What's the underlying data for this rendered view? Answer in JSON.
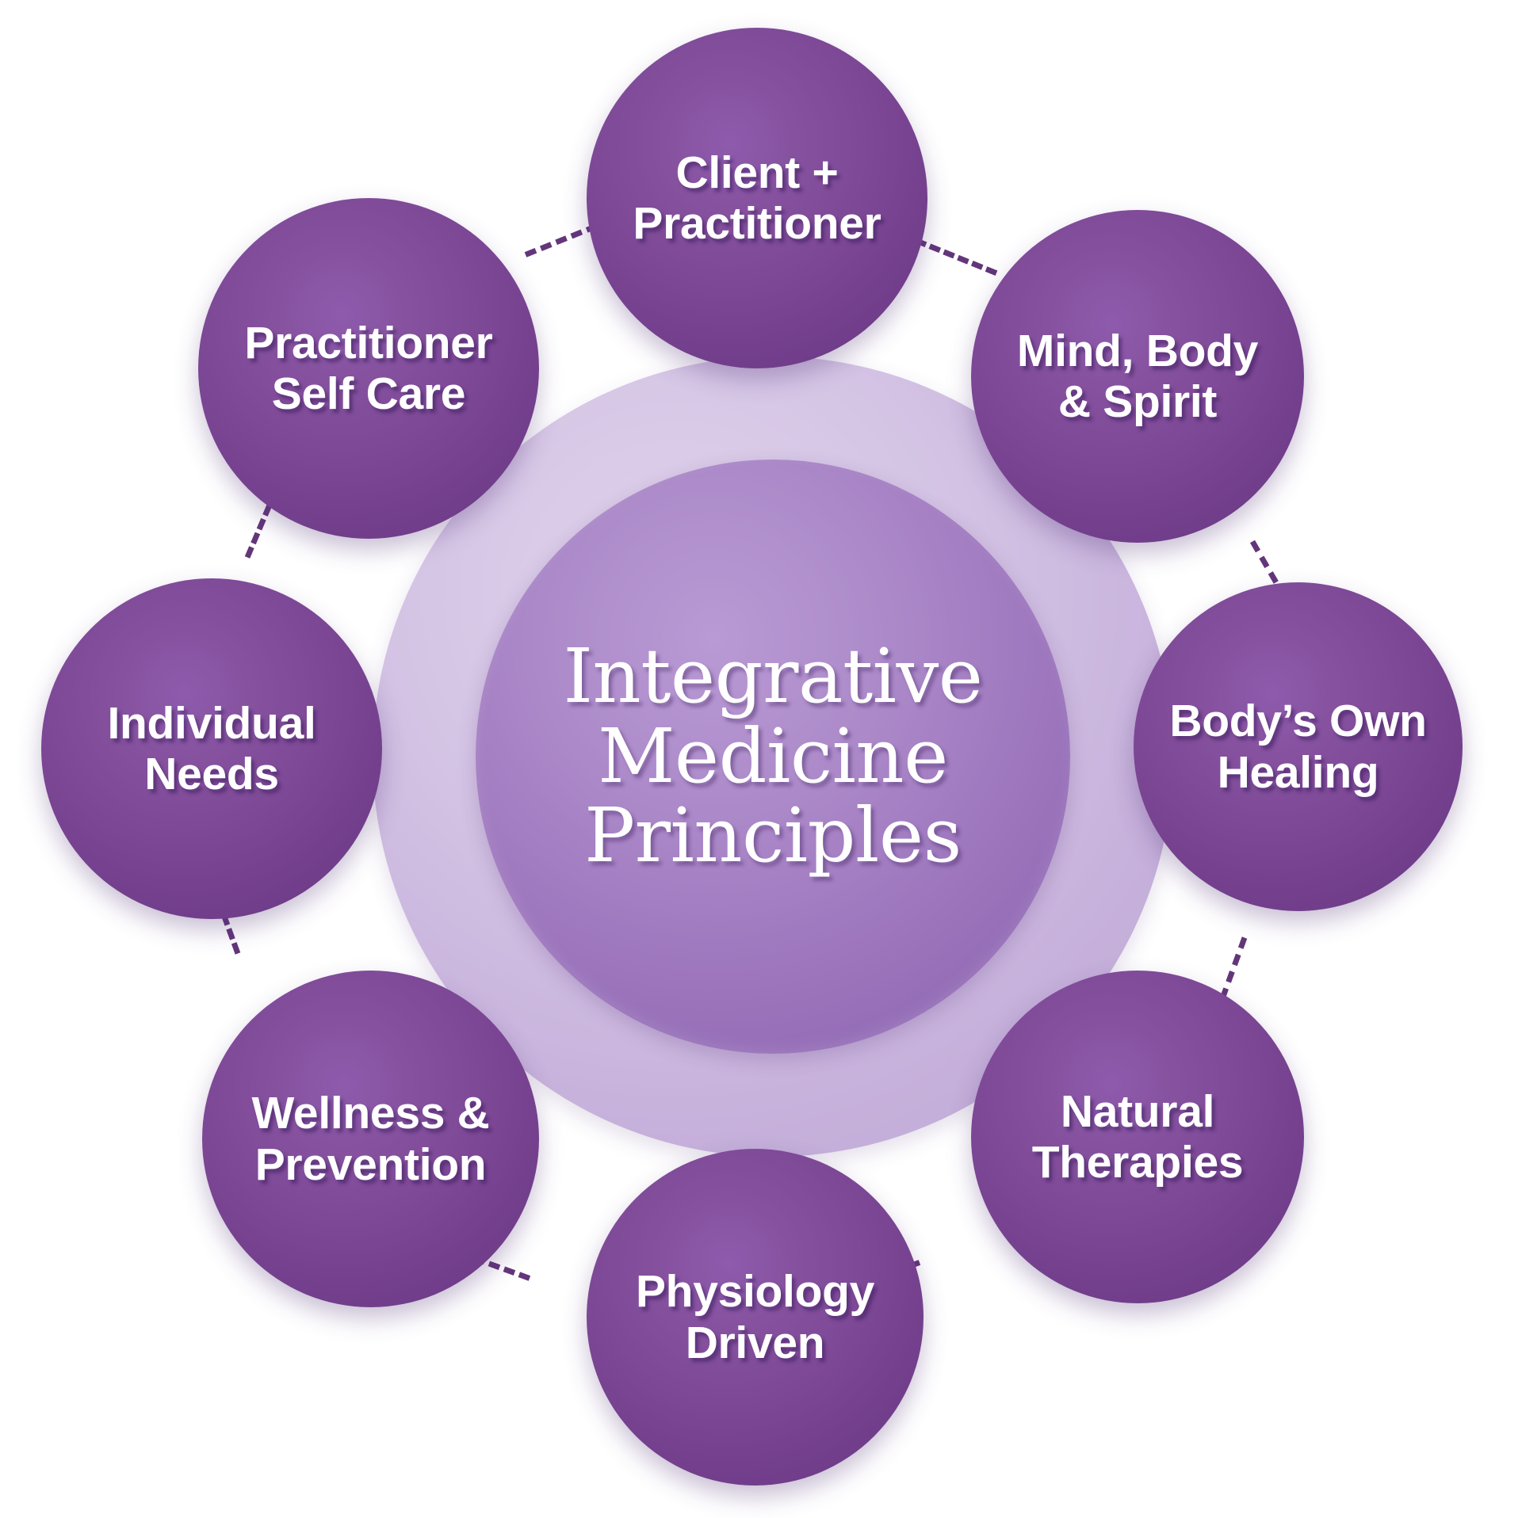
{
  "diagram": {
    "title": "Integrative Medicine Principles",
    "type": "circular-hub-and-spoke",
    "center": {
      "label_line1": "Integrative",
      "label_line2": "Medicine",
      "label_line3": "Principles"
    },
    "colors": {
      "bubble_purple": "#7C4795",
      "bubble_purple_dark": "#683683",
      "center_core_purple": "#9D76BD",
      "center_ring_lavender": "#CDBADD",
      "connector_dash": "#56256F",
      "text": "#FFFFFF",
      "background": "#FFFFFF"
    },
    "nodes": [
      {
        "id": "client-practitioner",
        "line1": "Client +",
        "line2": "Practitioner",
        "position": "top"
      },
      {
        "id": "mind-body-spirit",
        "line1": "Mind, Body",
        "line2": "& Spirit",
        "position": "top-right"
      },
      {
        "id": "bodys-own-healing",
        "line1": "Body’s Own",
        "line2": "Healing",
        "position": "right"
      },
      {
        "id": "natural-therapies",
        "line1": "Natural",
        "line2": "Therapies",
        "position": "bottom-right"
      },
      {
        "id": "physiology-driven",
        "line1": "Physiology",
        "line2": "Driven",
        "position": "bottom"
      },
      {
        "id": "wellness-prevention",
        "line1": "Wellness &",
        "line2": "Prevention",
        "position": "bottom-left"
      },
      {
        "id": "individual-needs",
        "line1": "Individual",
        "line2": "Needs",
        "position": "left"
      },
      {
        "id": "practitioner-self-care",
        "line1": "Practitioner",
        "line2": "Self Care",
        "position": "top-left"
      }
    ]
  }
}
